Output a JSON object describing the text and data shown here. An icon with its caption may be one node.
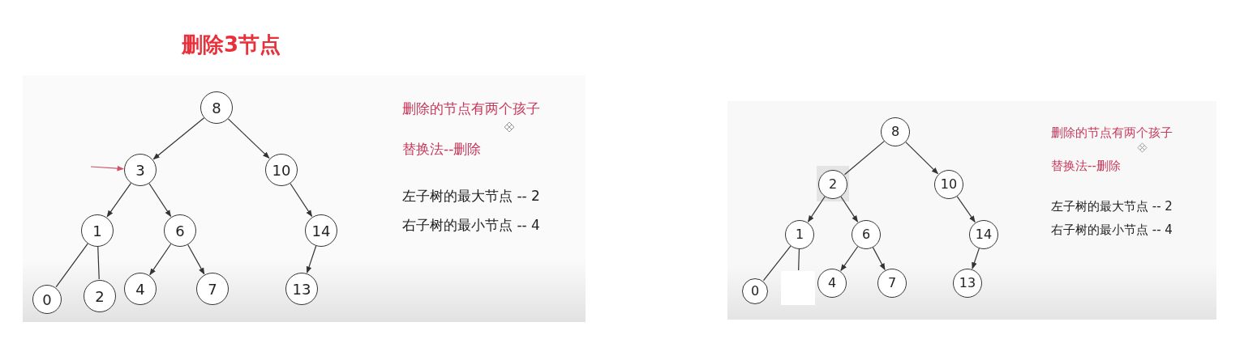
{
  "diagram": {
    "title": "删除3节点",
    "nodes": [
      {
        "text": [
          "8"
        ]
      },
      {
        "text": [
          "3"
        ]
      },
      {
        "text": [
          "10"
        ]
      },
      {
        "text": [
          "1"
        ]
      },
      {
        "text": [
          "6"
        ]
      },
      {
        "text": [
          "14"
        ]
      },
      {
        "text": [
          "0"
        ]
      },
      {
        "text": [
          "2"
        ]
      },
      {
        "text": [
          "4"
        ]
      },
      {
        "text": [
          "7"
        ]
      },
      {
        "text": [
          "13"
        ]
      },
      {
        "text": [
          "8"
        ]
      },
      {
        "text": [
          "2"
        ]
      },
      {
        "text": [
          "10"
        ]
      },
      {
        "text": [
          "1"
        ]
      },
      {
        "text": [
          "6"
        ]
      },
      {
        "text": [
          "14"
        ]
      },
      {
        "text": [
          "0"
        ]
      },
      {
        "text": [
          "4"
        ]
      },
      {
        "text": [
          "7"
        ]
      },
      {
        "text": [
          "13"
        ]
      },
      {
        "text": [],
        "shape": "box"
      }
    ],
    "edges": [
      {
        "from": 0,
        "to": 1,
        "arrow": "to"
      },
      {
        "from": 0,
        "to": 2,
        "arrow": "to"
      },
      {
        "from": 1,
        "to": 3,
        "arrow": "to"
      },
      {
        "from": 1,
        "to": 4,
        "arrow": "to"
      },
      {
        "from": 2,
        "to": 5,
        "arrow": "to"
      },
      {
        "from": 3,
        "to": 6,
        "arrow": "none"
      },
      {
        "from": 3,
        "to": 7,
        "arrow": "none"
      },
      {
        "from": 4,
        "to": 8,
        "arrow": "to"
      },
      {
        "from": 4,
        "to": 9,
        "arrow": "to"
      },
      {
        "from": 5,
        "to": 10,
        "arrow": "to"
      },
      {
        "from": null,
        "to": 1,
        "arrow": "to",
        "color": "#d0506a"
      },
      {
        "from": 11,
        "to": 12,
        "arrow": "none"
      },
      {
        "from": 11,
        "to": 13,
        "arrow": "to"
      },
      {
        "from": 12,
        "to": 14,
        "arrow": "to"
      },
      {
        "from": 12,
        "to": 15,
        "arrow": "to"
      },
      {
        "from": 13,
        "to": 16,
        "arrow": "to"
      },
      {
        "from": 14,
        "to": 17,
        "arrow": "none"
      },
      {
        "from": 14,
        "to": 21,
        "arrow": "none"
      },
      {
        "from": 15,
        "to": 18,
        "arrow": "to"
      },
      {
        "from": 15,
        "to": 19,
        "arrow": "to"
      },
      {
        "from": 16,
        "to": 20,
        "arrow": "to"
      }
    ],
    "labels": [
      "删除的节点有两个孩子",
      "替换法--删除",
      "左子树的最大节点 -- 2",
      "右子树的最小节点 -- 4",
      "删除的节点有两个孩子",
      "替换法--删除",
      "左子树的最大节点 -- 2",
      "右子树的最小节点 -- 4"
    ]
  }
}
